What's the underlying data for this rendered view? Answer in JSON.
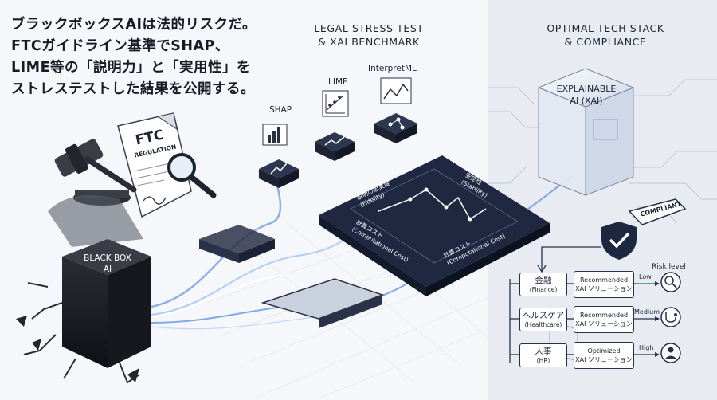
{
  "headline": [
    "ブラックボックスAIは法的リスクだ。",
    "FTCガイドライン基準でSHAP、",
    "LIME等の「説明力」と「実用性」を",
    "ストレステストした結果を公開する。"
  ],
  "sections": {
    "stress_test_title": [
      "LEGAL STRESS TEST",
      "& XAI BENCHMARK"
    ],
    "tech_stack_title": [
      "OPTIMAL TECH STACK",
      "& COMPLIANCE"
    ]
  },
  "document": {
    "title": "FTC",
    "subtitle": "REGULATION"
  },
  "black_box": {
    "line1": "BLACK BOX",
    "line2": "AI"
  },
  "xai_tools": {
    "shap": "SHAP",
    "lime": "LIME",
    "interpret": "InterpretML"
  },
  "benchmark_board": {
    "y_label": "説明の忠実度",
    "y_label_en": "(Fidelity)",
    "y_label2": "安定性",
    "y_label2_en": "(Stability)",
    "x_label": "計算コスト",
    "x_label_en": "(Computational Cost)",
    "x_label2": "計算コスト",
    "x_label2_en": "(Computational Cost)"
  },
  "xai_cube": {
    "line1": "EXPLAINABLE",
    "line2": "AI (XAI)"
  },
  "compliant": "COMPLIANT",
  "risk_header": "Risk level",
  "rows": [
    {
      "sector": "金融",
      "sector_en": "(Finance)",
      "solution_1": "Recommended",
      "solution_2": "XAI ソリューション",
      "risk": "Low",
      "icon": "magnifier-check-icon"
    },
    {
      "sector": "ヘルスケア",
      "sector_en": "(Healthcare)",
      "solution_1": "Recommended",
      "solution_2": "XAI ソリューション",
      "risk": "Medium",
      "icon": "stethoscope-icon"
    },
    {
      "sector": "人事",
      "sector_en": "(HR)",
      "solution_1": "Optimized",
      "solution_2": "XAI ソリューション",
      "risk": "High",
      "icon": "person-icon"
    }
  ],
  "colors": {
    "navy": "#1d2740",
    "light_panel": "#e9ecf3",
    "accent_blue": "#7fa8e0"
  }
}
